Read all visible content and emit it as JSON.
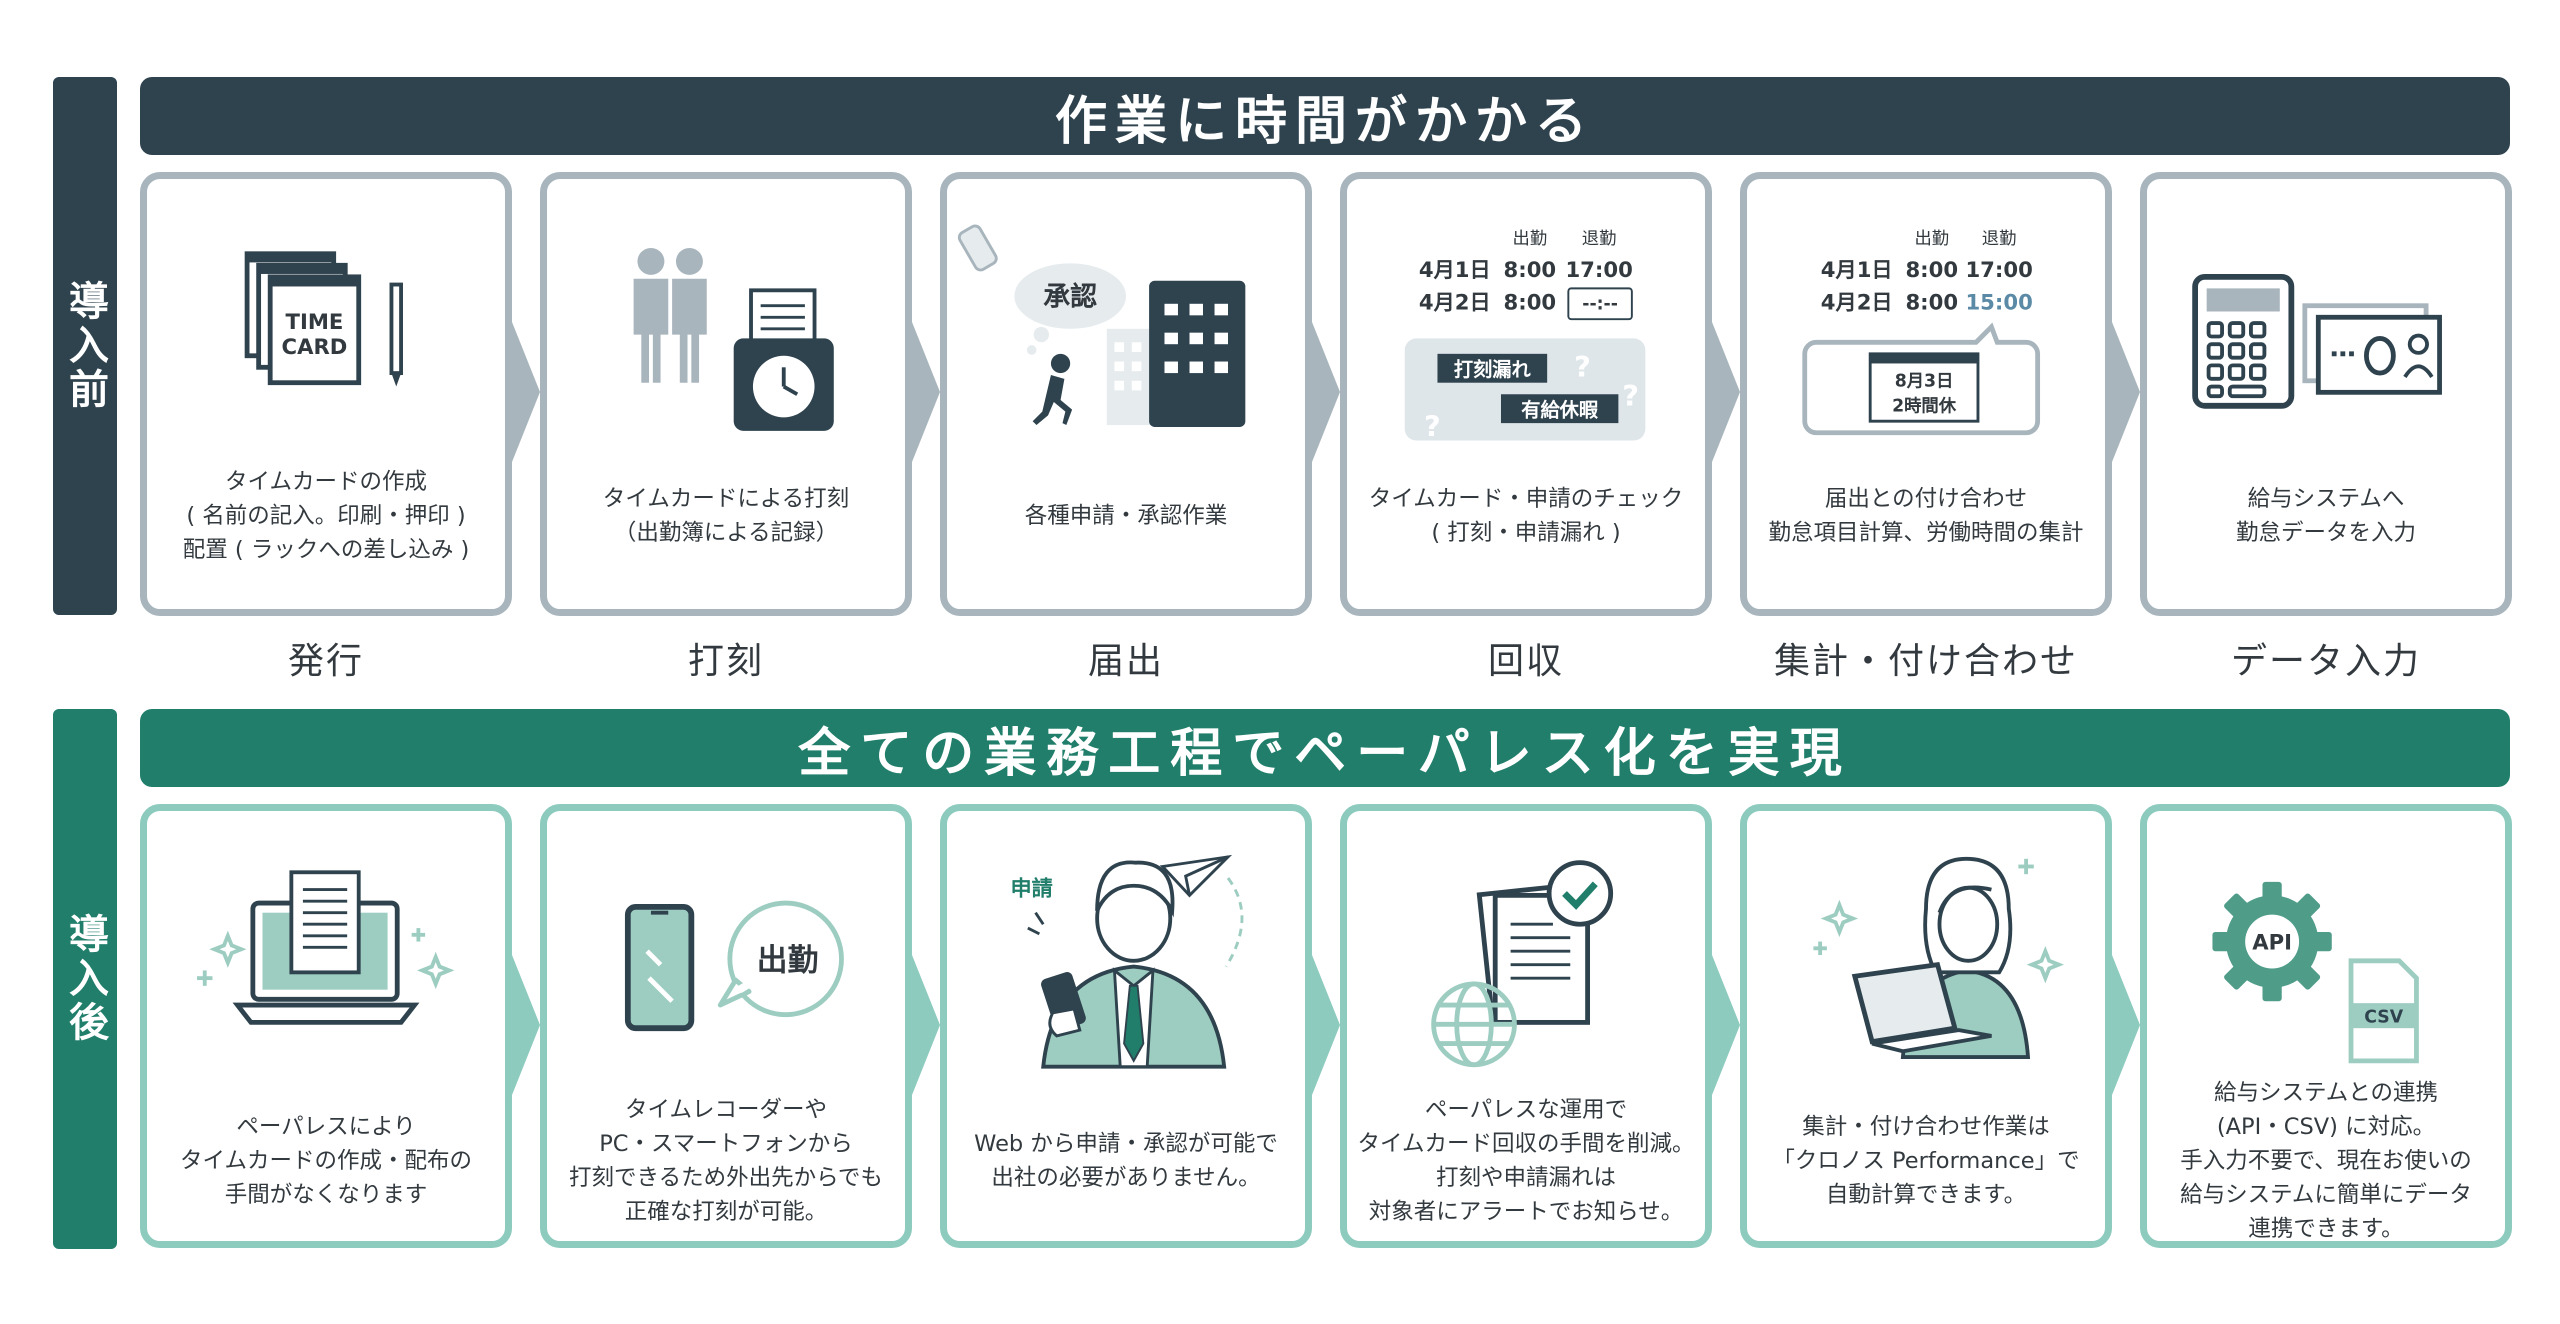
{
  "before": {
    "side_label": "導入前",
    "banner": "作業に時間がかかる",
    "steps": [
      {
        "lines": [
          "タイムカードの作成",
          "( 名前の記入。印刷・押印 )",
          "配置 ( ラックへの差し込み )"
        ],
        "stage": "発行"
      },
      {
        "lines": [
          "タイムカードによる打刻",
          "（出勤簿による記録）"
        ],
        "stage": "打刻"
      },
      {
        "lines": [
          "各種申請・承認作業"
        ],
        "stage": "届出"
      },
      {
        "lines": [
          "タイムカード・申請のチェック",
          "( 打刻・申請漏れ )"
        ],
        "stage": "回収"
      },
      {
        "lines": [
          "届出との付け合わせ",
          "勤怠項目計算、労働時間の集計"
        ],
        "stage": "集計・付け合わせ"
      },
      {
        "lines": [
          "給与システムへ",
          "勤怠データを入力"
        ],
        "stage": "データ入力"
      }
    ],
    "illus": {
      "timecard": {
        "line1": "TIME",
        "line2": "CARD"
      },
      "approval_bubble": "承認",
      "check_table": {
        "col_in": "出勤",
        "col_out": "退勤",
        "row1": {
          "date": "4月1日",
          "in": "8:00",
          "out": "17:00"
        },
        "row2": {
          "date": "4月2日",
          "in": "8:00",
          "out": "--:--"
        },
        "tag1": "打刻漏れ",
        "tag2": "有給休暇",
        "question": "?"
      },
      "tally_table": {
        "col_in": "出勤",
        "col_out": "退勤",
        "row1": {
          "date": "4月1日",
          "in": "8:00",
          "out": "17:00"
        },
        "row2": {
          "date": "4月2日",
          "in": "8:00",
          "out": "15:00"
        },
        "note_line1": "8月3日",
        "note_line2": "2時間休"
      }
    }
  },
  "after": {
    "side_label": "導入後",
    "banner": "全ての業務工程でペーパレス化を実現",
    "steps": [
      {
        "lines": [
          "ペーパレスにより",
          "タイムカードの作成・配布の",
          "手間がなくなります"
        ]
      },
      {
        "lines": [
          "タイムレコーダーや",
          "PC・スマートフォンから",
          "打刻できるため外出先からでも",
          "正確な打刻が可能。"
        ]
      },
      {
        "lines": [
          "Web から申請・承認が可能で",
          "出社の必要がありません。"
        ]
      },
      {
        "lines": [
          "ペーパレスな運用で",
          "タイムカード回収の手間を削減。",
          "打刻や申請漏れは",
          "対象者にアラートでお知らせ。"
        ]
      },
      {
        "lines": [
          "集計・付け合わせ作業は",
          "「クロノス Performance」で",
          "自動計算できます。"
        ]
      },
      {
        "lines": [
          "給与システムとの連携",
          "(API・CSV) に対応。",
          "手入力不要で、現在お使いの",
          "給与システムに簡単にデータ",
          "連携できます。"
        ]
      }
    ],
    "illus": {
      "clock_in_bubble": "出勤",
      "apply_label": "申請",
      "api_label": "API",
      "csv_label": "CSV"
    }
  },
  "colors": {
    "dark_slate": "#2f434f",
    "green": "#207e6b",
    "gray_border": "#a8b5bd",
    "mint_border": "#8ccbbd",
    "mint_fill": "#9dcdc0",
    "highlight_blue": "#5b8aa6"
  }
}
